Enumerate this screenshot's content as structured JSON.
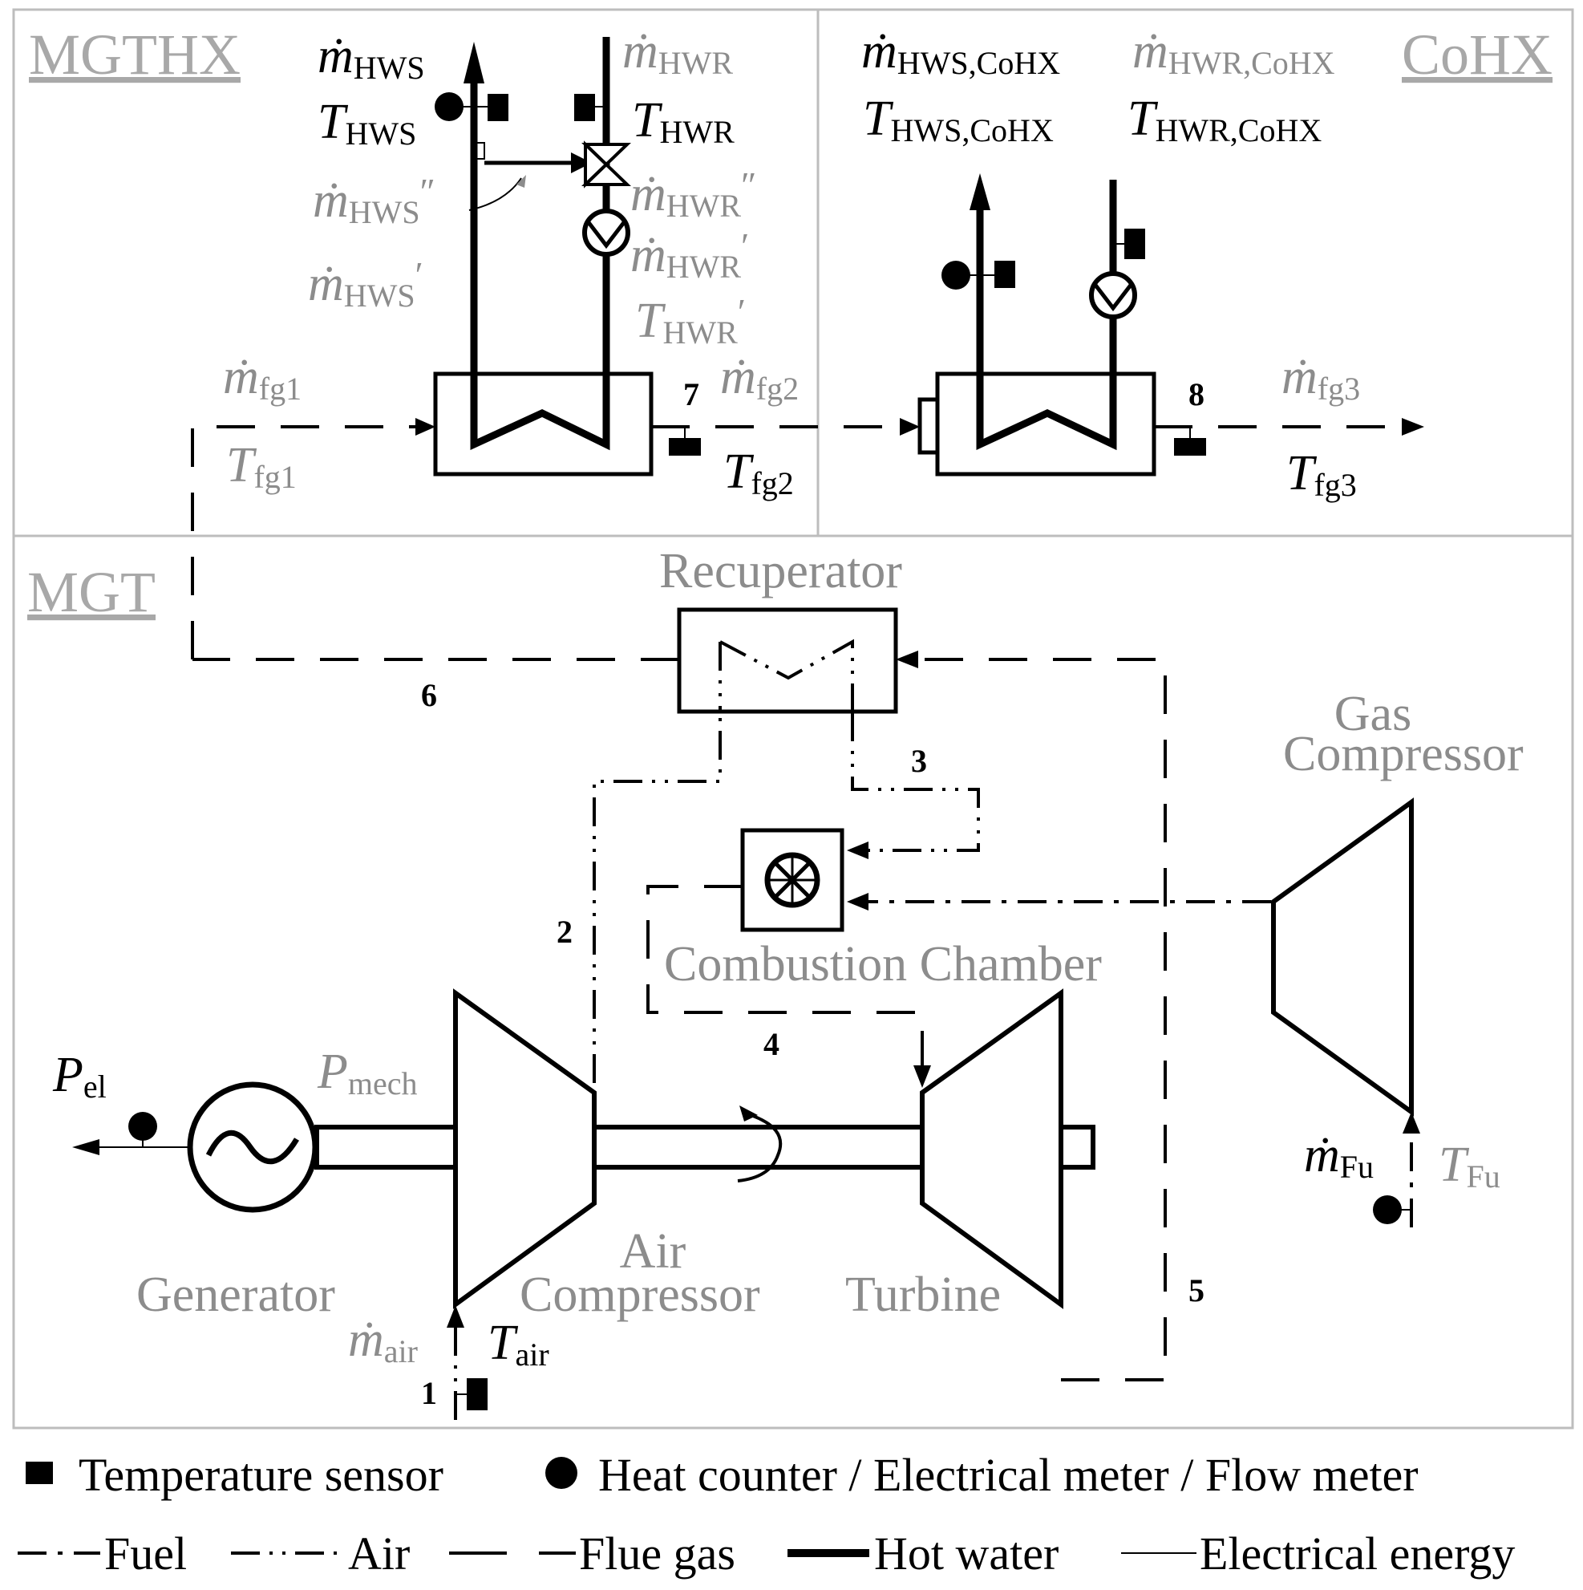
{
  "sections": {
    "mgthx": "MGTHX",
    "cohx": "CoHX",
    "mgt": "MGT"
  },
  "components": {
    "recuperator": "Recuperator",
    "gas_compressor_1": "Gas",
    "gas_compressor_2": "Compressor",
    "combustion_chamber": "Combustion Chamber",
    "air_compressor_1": "Air",
    "air_compressor_2": "Compressor",
    "turbine": "Turbine",
    "generator": "Generator"
  },
  "states": [
    "1",
    "2",
    "3",
    "4",
    "5",
    "6",
    "7",
    "8"
  ],
  "symbols": {
    "m_hws": {
      "base": "ṁ",
      "sub": "HWS"
    },
    "t_hws": {
      "base": "T",
      "sub": "HWS"
    },
    "m_hwr": {
      "base": "ṁ",
      "sub": "HWR"
    },
    "t_hwr": {
      "base": "T",
      "sub": "HWR"
    },
    "m_hws_dd": {
      "base": "ṁ",
      "sub": "HWS",
      "sup": "″"
    },
    "m_hws_d": {
      "base": "ṁ",
      "sub": "HWS",
      "sup": "′"
    },
    "m_hwr_dd": {
      "base": "ṁ",
      "sub": "HWR",
      "sup": "″"
    },
    "m_hwr_d": {
      "base": "ṁ",
      "sub": "HWR",
      "sup": "′"
    },
    "t_hwr_d": {
      "base": "T",
      "sub": "HWR",
      "sup": "′"
    },
    "m_hws_cohx": {
      "base": "ṁ",
      "sub": "HWS,CoHX"
    },
    "t_hws_cohx": {
      "base": "T",
      "sub": "HWS,CoHX"
    },
    "m_hwr_cohx": {
      "base": "ṁ",
      "sub": "HWR,CoHX"
    },
    "t_hwr_cohx": {
      "base": "T",
      "sub": "HWR,CoHX"
    },
    "m_fg1": {
      "base": "ṁ",
      "sub": "fg1"
    },
    "t_fg1": {
      "base": "T",
      "sub": "fg1"
    },
    "m_fg2": {
      "base": "ṁ",
      "sub": "fg2"
    },
    "t_fg2": {
      "base": "T",
      "sub": "fg2"
    },
    "m_fg3": {
      "base": "ṁ",
      "sub": "fg3"
    },
    "t_fg3": {
      "base": "T",
      "sub": "fg3"
    },
    "p_el": {
      "base": "P",
      "sub": "el"
    },
    "p_mech": {
      "base": "P",
      "sub": "mech"
    },
    "m_air": {
      "base": "ṁ",
      "sub": "air"
    },
    "t_air": {
      "base": "T",
      "sub": "air"
    },
    "m_fu": {
      "base": "ṁ",
      "sub": "Fu"
    },
    "t_fu": {
      "base": "T",
      "sub": "Fu"
    }
  },
  "legend": {
    "temperature_sensor": "Temperature sensor",
    "meter": "Heat counter / Electrical meter / Flow meter",
    "fuel": "Fuel",
    "air": "Air",
    "flue_gas": "Flue gas",
    "hot_water": "Hot water",
    "electrical": "Electrical energy"
  }
}
